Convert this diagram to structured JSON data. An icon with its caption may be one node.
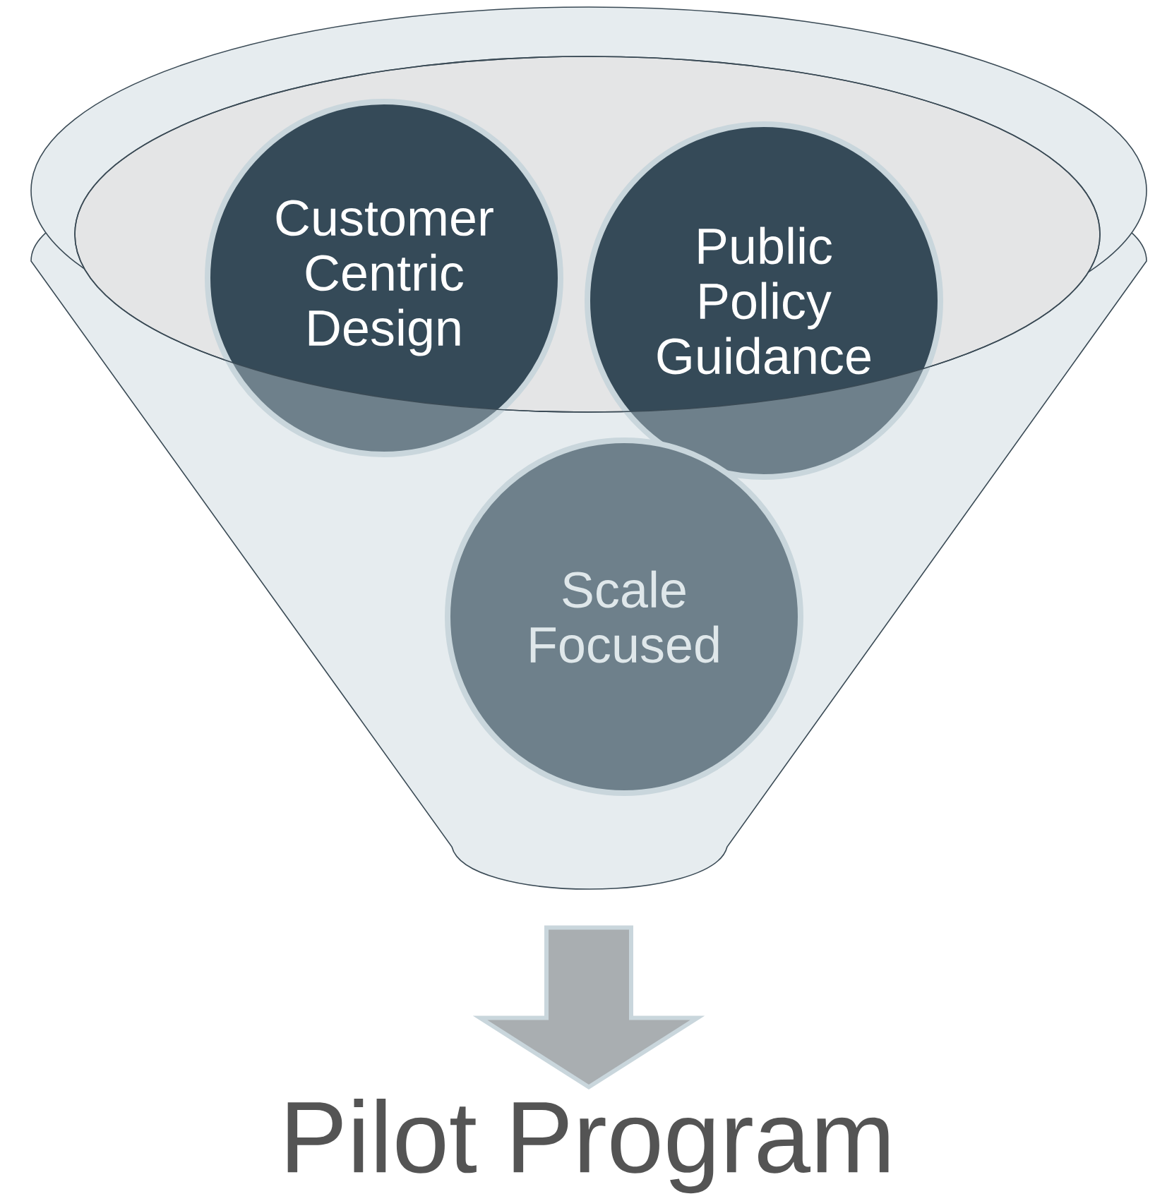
{
  "diagram": {
    "nodes": [
      {
        "text": [],
        "shape": "funnel"
      },
      {
        "text": [
          "Customer Centric Design"
        ]
      },
      {
        "text": [
          "Public Policy Guidance"
        ]
      },
      {
        "text": [
          "Scale Focused"
        ],
        "in": 0
      },
      {
        "text": [
          "Pilot Program"
        ]
      }
    ],
    "edges": [
      {
        "from": 0,
        "to": 4,
        "arrow": "to",
        "style": "thick"
      }
    ]
  }
}
